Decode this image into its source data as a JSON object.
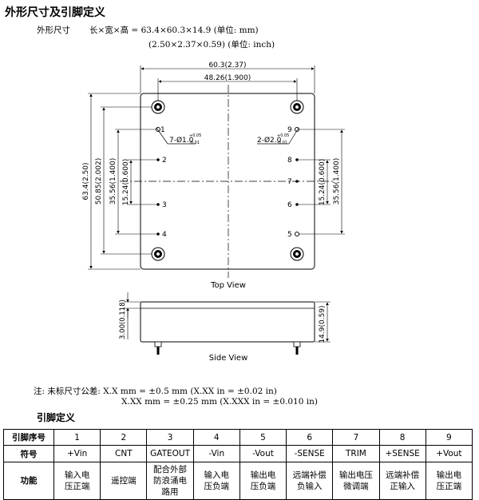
{
  "title": "外形尺寸及引脚定义",
  "dims": {
    "label": "外形尺寸",
    "formula_mm": "长×宽×高 = 63.4×60.3×14.9 (单位: mm)",
    "formula_in": "(2.50×2.37×0.59) (单位: inch)"
  },
  "drawing": {
    "dim_width_outer": "60.3(2.37)",
    "dim_width_pins": "48.26(1.900)",
    "dim_len_outer": "63.4(2.50)",
    "dim_len_pins": "50.85(2.002)",
    "dim_left_span": "35.56(1.400)",
    "dim_left_inner": "15.24(0.600)",
    "dim_right_inner": "15.24(0.600)",
    "dim_right_span": "35.56(1.400)",
    "hole_left": "7-Ø1.0",
    "hole_left_tol_top": "+0.05",
    "hole_left_tol_bot": "-0.01",
    "hole_right": "2-Ø2.0",
    "hole_right_tol_top": "+0.05",
    "hole_right_tol_bot": "-0.01",
    "pins_left": [
      "1",
      "2",
      "3",
      "4"
    ],
    "pins_right": [
      "9",
      "8",
      "7",
      "6",
      "5"
    ],
    "top_view": "Top View",
    "side_view": "Side View",
    "dim_side_pin": "3.00(0.118)",
    "dim_side_height": "14.9(0.59)"
  },
  "tolerance": {
    "line1": "注: 未标尺寸公差: X.X mm = ±0.5 mm (X.XX in = ±0.02 in)",
    "line2": "X.XX mm = ±0.25 mm (X.XXX in = ±0.010 in)"
  },
  "pin_section": "引脚定义",
  "pin_table": {
    "row_labels": [
      "引脚序号",
      "符号",
      "功能"
    ],
    "pins": [
      {
        "no": "1",
        "sym": "+Vin",
        "func": [
          "输入电",
          "压正端"
        ]
      },
      {
        "no": "2",
        "sym": "CNT",
        "func": [
          "遥控端"
        ]
      },
      {
        "no": "3",
        "sym": "GATEOUT",
        "func": [
          "配合外部",
          "防浪涌电",
          "路用"
        ]
      },
      {
        "no": "4",
        "sym": "-Vin",
        "func": [
          "输入电",
          "压负端"
        ]
      },
      {
        "no": "5",
        "sym": "-Vout",
        "func": [
          "输出电",
          "压负端"
        ]
      },
      {
        "no": "6",
        "sym": "-SENSE",
        "func": [
          "远端补偿",
          "负输入"
        ]
      },
      {
        "no": "7",
        "sym": "TRIM",
        "func": [
          "输出电压",
          "微调端"
        ]
      },
      {
        "no": "8",
        "sym": "+SENSE",
        "func": [
          "远端补偿",
          "正输入"
        ]
      },
      {
        "no": "9",
        "sym": "+Vout",
        "func": [
          "输出电",
          "压正端"
        ]
      }
    ]
  }
}
